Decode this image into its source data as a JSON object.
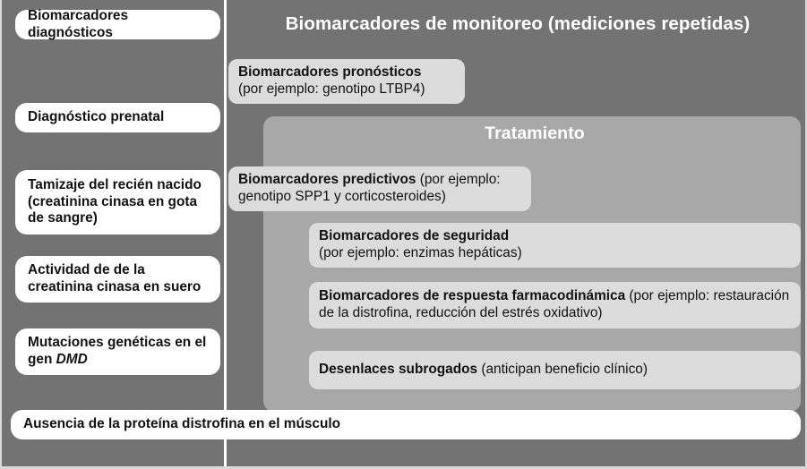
{
  "figure": {
    "background_color": "#737373",
    "treatment_panel_color": "#a8a8a8",
    "card_white_color": "#ffffff",
    "card_light_color": "#dcdcdc"
  },
  "diagnostic_column": {
    "cards": [
      {
        "label": "Biomarcadores diagnósticos"
      },
      {
        "label": "Diagnóstico prenatal"
      },
      {
        "label": "Tamizaje del recién nacido (creatinina cinasa en gota de sangre)"
      },
      {
        "label": "Actividad de de la creatinina cinasa en suero"
      },
      {
        "label_lead": "Mutaciones genéticas en el gen ",
        "label_italic": "DMD"
      }
    ]
  },
  "monitoring_panel": {
    "title": "Biomarcadores de monitoreo (mediciones repetidas)",
    "prognostic": {
      "lead": "Biomarcadores pronósticos",
      "tail": "(por ejemplo: genotipo LTBP4)"
    },
    "treatment_panel": {
      "title": "Tratamiento",
      "cards": [
        {
          "lead": "Biomarcadores predictivos",
          "tail": " (por ejemplo: genotipo SPP1 y corticosteroides)"
        },
        {
          "lead": "Biomarcadores de seguridad",
          "tail": "(por ejemplo: enzimas hepáticas)"
        },
        {
          "lead": "Biomarcadores de respuesta farmacodinámica",
          "tail": " (por ejemplo: restauración de la distrofina, reducción del estrés oxidativo)"
        },
        {
          "lead": "Desenlaces subrogados",
          "tail": " (anticipan beneficio clínico)"
        }
      ]
    }
  },
  "footer": {
    "label": "Ausencia de la proteína distrofina en el músculo"
  }
}
